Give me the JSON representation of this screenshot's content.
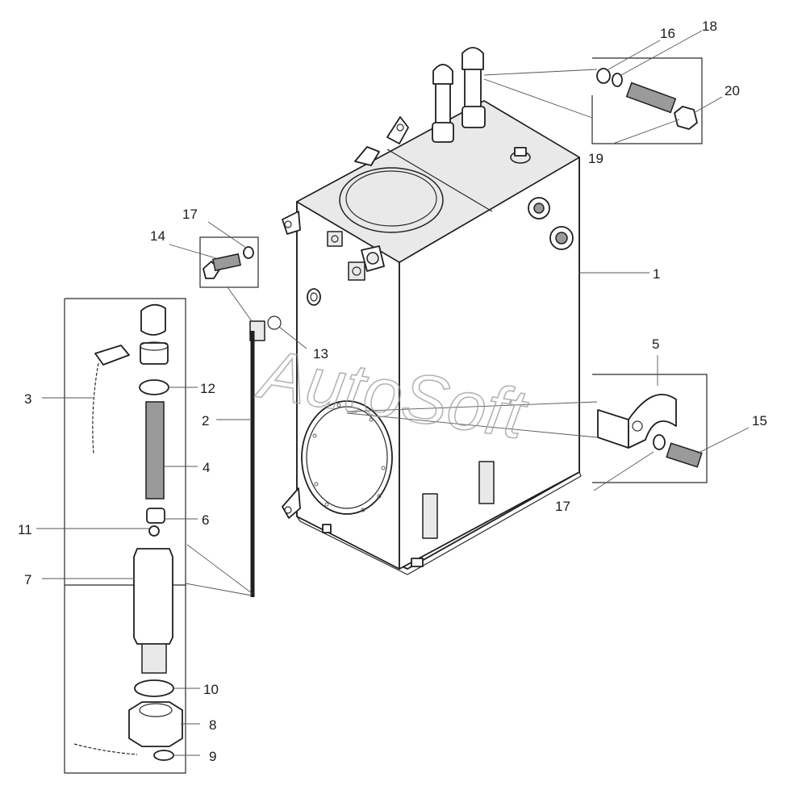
{
  "watermark": "AutoSoft",
  "callouts": [
    {
      "id": "c1",
      "text": "1"
    },
    {
      "id": "c2",
      "text": "2"
    },
    {
      "id": "c3",
      "text": "3"
    },
    {
      "id": "c4",
      "text": "4"
    },
    {
      "id": "c5",
      "text": "5"
    },
    {
      "id": "c6",
      "text": "6"
    },
    {
      "id": "c7",
      "text": "7"
    },
    {
      "id": "c8",
      "text": "8"
    },
    {
      "id": "c9",
      "text": "9"
    },
    {
      "id": "c10",
      "text": "10"
    },
    {
      "id": "c11",
      "text": "11"
    },
    {
      "id": "c12",
      "text": "12"
    },
    {
      "id": "c13",
      "text": "13"
    },
    {
      "id": "c14",
      "text": "14"
    },
    {
      "id": "c15",
      "text": "15"
    },
    {
      "id": "c16",
      "text": "16"
    },
    {
      "id": "c17a",
      "text": "17"
    },
    {
      "id": "c17b",
      "text": "17"
    },
    {
      "id": "c18",
      "text": "18"
    },
    {
      "id": "c19",
      "text": "19"
    },
    {
      "id": "c20",
      "text": "20"
    }
  ]
}
